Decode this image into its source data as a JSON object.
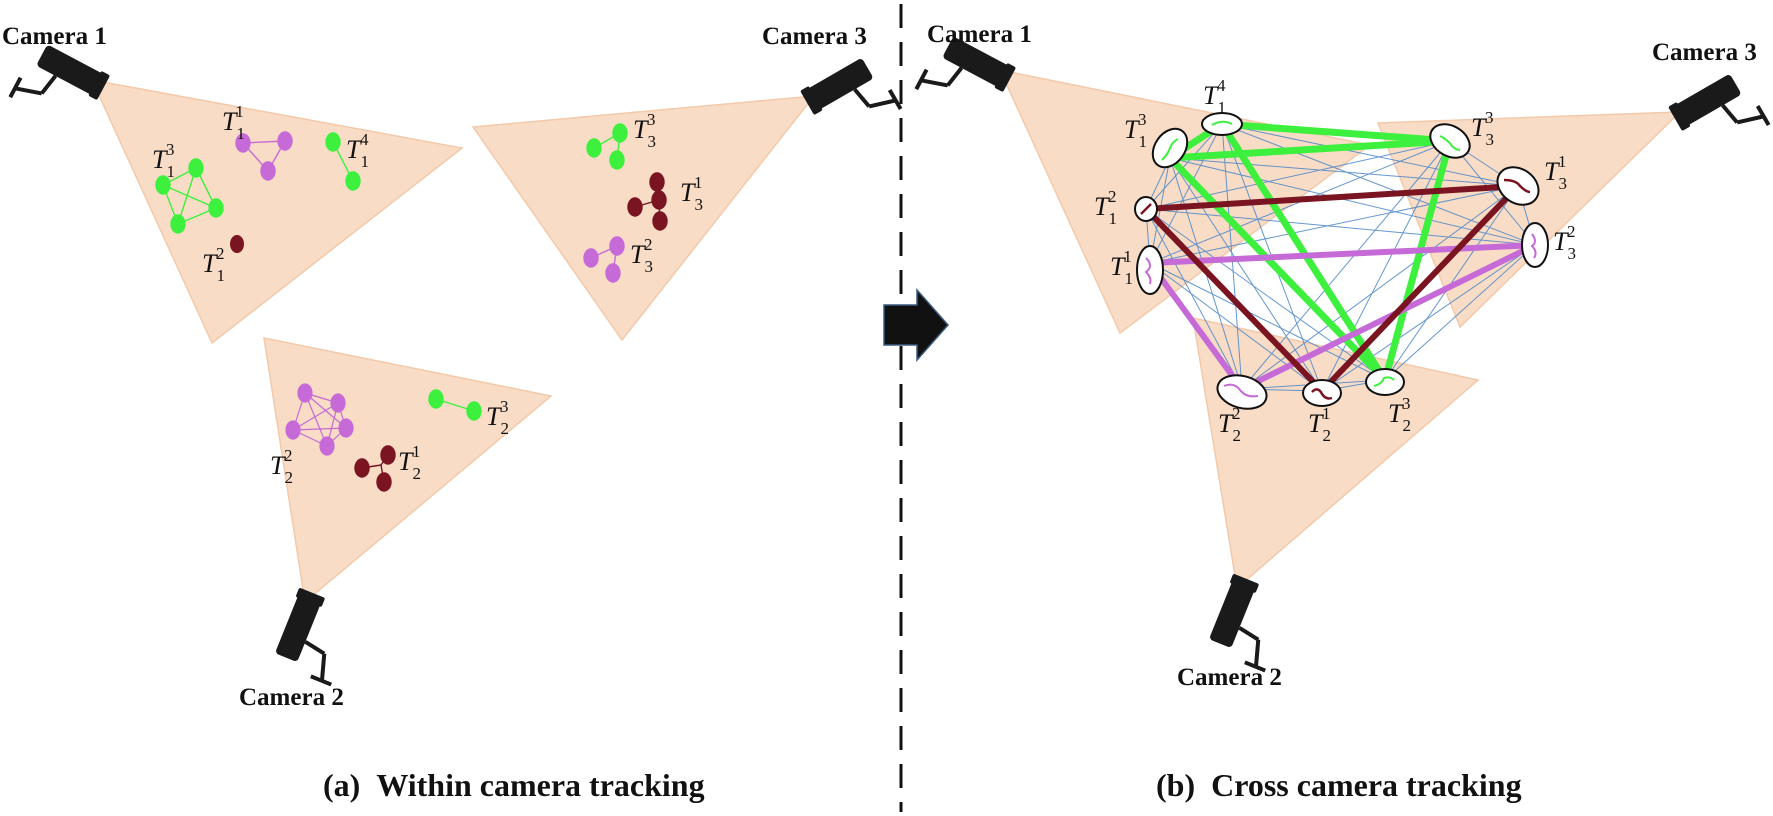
{
  "colors": {
    "field_of_view": "#f9dcc6",
    "green": "#3ef03e",
    "purple": "#c56ad6",
    "maroon": "#7a1420",
    "blue": "#4a86c8",
    "camera": "#1a1a1a"
  },
  "panel_a": {
    "caption_letter": "(a)",
    "caption_text": "Within camera tracking",
    "cameras": [
      "Camera 1",
      "Camera 2",
      "Camera 3"
    ],
    "tracklets": [
      {
        "base": "T",
        "sub": "1",
        "sup": "1"
      },
      {
        "base": "T",
        "sub": "1",
        "sup": "2"
      },
      {
        "base": "T",
        "sub": "1",
        "sup": "3"
      },
      {
        "base": "T",
        "sub": "1",
        "sup": "4"
      },
      {
        "base": "T",
        "sub": "2",
        "sup": "1"
      },
      {
        "base": "T",
        "sub": "2",
        "sup": "2"
      },
      {
        "base": "T",
        "sub": "2",
        "sup": "3"
      },
      {
        "base": "T",
        "sub": "3",
        "sup": "1"
      },
      {
        "base": "T",
        "sub": "3",
        "sup": "2"
      },
      {
        "base": "T",
        "sub": "3",
        "sup": "3"
      }
    ]
  },
  "panel_b": {
    "caption_letter": "(b)",
    "caption_text": "Cross camera tracking",
    "cameras": [
      "Camera 1",
      "Camera 2",
      "Camera 3"
    ],
    "tracklets": [
      {
        "base": "T",
        "sub": "1",
        "sup": "1"
      },
      {
        "base": "T",
        "sub": "1",
        "sup": "2"
      },
      {
        "base": "T",
        "sub": "1",
        "sup": "3"
      },
      {
        "base": "T",
        "sub": "1",
        "sup": "4"
      },
      {
        "base": "T",
        "sub": "2",
        "sup": "1"
      },
      {
        "base": "T",
        "sub": "2",
        "sup": "2"
      },
      {
        "base": "T",
        "sub": "2",
        "sup": "3"
      },
      {
        "base": "T",
        "sub": "3",
        "sup": "1"
      },
      {
        "base": "T",
        "sub": "3",
        "sup": "2"
      },
      {
        "base": "T",
        "sub": "3",
        "sup": "3"
      }
    ]
  },
  "icons": [
    "security-camera-icon",
    "right-arrow-icon"
  ]
}
